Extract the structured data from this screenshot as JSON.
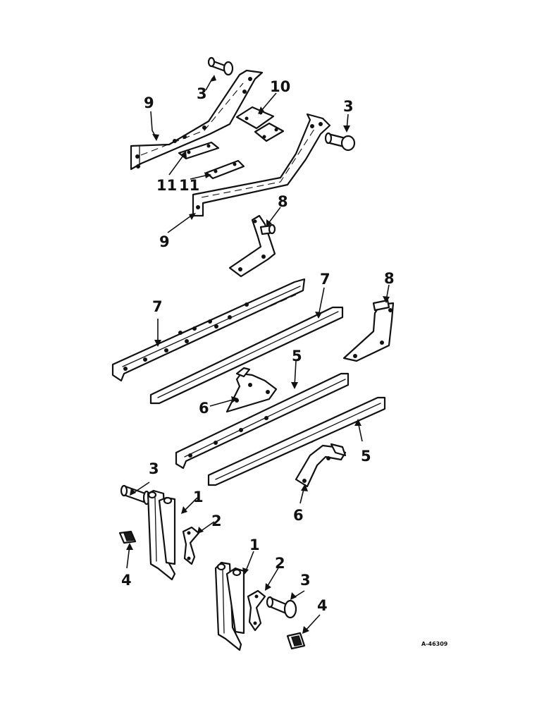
{
  "diagram": {
    "figure_code": "A-46309",
    "callouts": [
      {
        "id": "c-9a",
        "text": "9"
      },
      {
        "id": "c-3a",
        "text": "3"
      },
      {
        "id": "c-10",
        "text": "10"
      },
      {
        "id": "c-3b",
        "text": "3"
      },
      {
        "id": "c-11a",
        "text": "11"
      },
      {
        "id": "c-11b",
        "text": "11"
      },
      {
        "id": "c-9b",
        "text": "9"
      },
      {
        "id": "c-8a",
        "text": "8"
      },
      {
        "id": "c-7a",
        "text": "7"
      },
      {
        "id": "c-7b",
        "text": "7"
      },
      {
        "id": "c-8b",
        "text": "8"
      },
      {
        "id": "c-5a",
        "text": "5"
      },
      {
        "id": "c-6a",
        "text": "6"
      },
      {
        "id": "c-5b",
        "text": "5"
      },
      {
        "id": "c-3c",
        "text": "3"
      },
      {
        "id": "c-1a",
        "text": "1"
      },
      {
        "id": "c-2a",
        "text": "2"
      },
      {
        "id": "c-6b",
        "text": "6"
      },
      {
        "id": "c-4a",
        "text": "4"
      },
      {
        "id": "c-1b",
        "text": "1"
      },
      {
        "id": "c-2b",
        "text": "2"
      },
      {
        "id": "c-3d",
        "text": "3"
      },
      {
        "id": "c-4b",
        "text": "4"
      }
    ]
  }
}
